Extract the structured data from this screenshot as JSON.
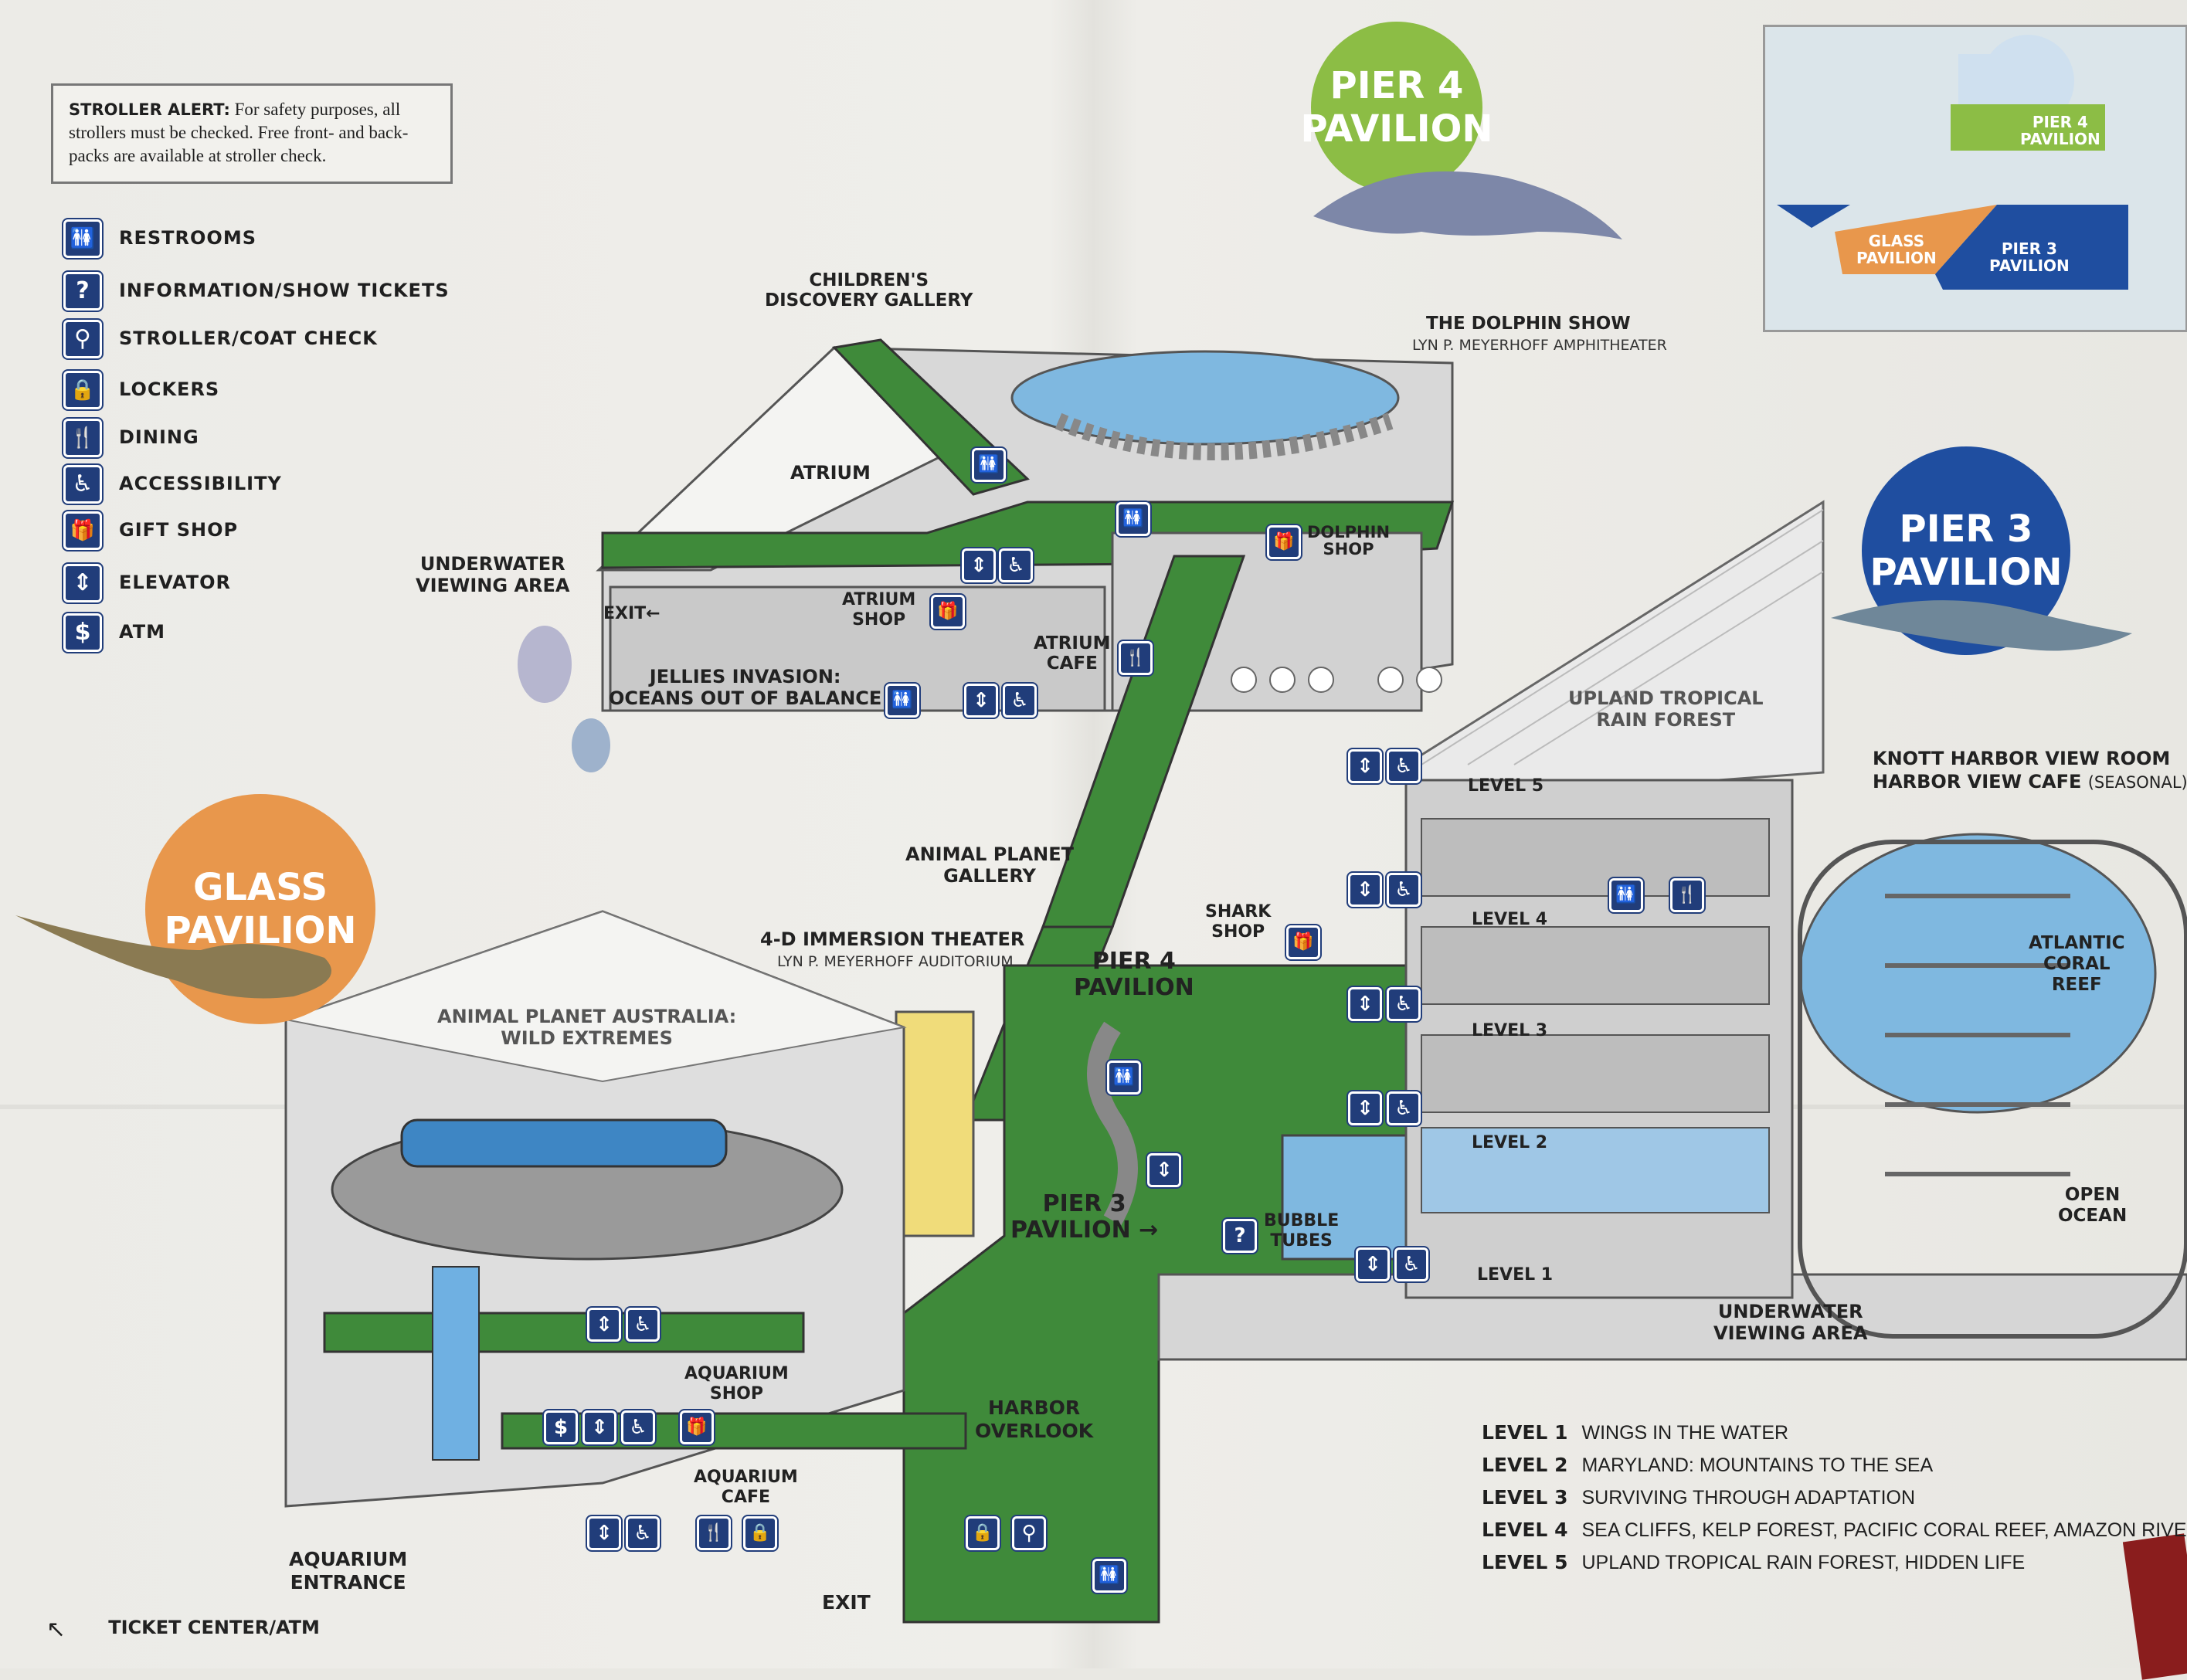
{
  "stroller_alert": {
    "title": "STROLLER ALERT:",
    "text": "For safety purposes, all strollers must be checked. Free front- and back-packs are available at stroller check."
  },
  "legend": [
    {
      "icon": "restroom-icon",
      "glyph": "🚻",
      "label": "RESTROOMS"
    },
    {
      "icon": "information-icon",
      "glyph": "?",
      "label": "INFORMATION/SHOW TICKETS"
    },
    {
      "icon": "stroller-icon",
      "glyph": "⚲",
      "label": "STROLLER/COAT CHECK"
    },
    {
      "icon": "locker-icon",
      "glyph": "🔒",
      "label": "LOCKERS"
    },
    {
      "icon": "dining-icon",
      "glyph": "🍴",
      "label": "DINING"
    },
    {
      "icon": "accessibility-icon",
      "glyph": "♿",
      "label": "ACCESSIBILITY"
    },
    {
      "icon": "gift-shop-icon",
      "glyph": "🎁",
      "label": "GIFT SHOP"
    },
    {
      "icon": "elevator-icon",
      "glyph": "⇕",
      "label": "ELEVATOR"
    },
    {
      "icon": "atm-icon",
      "glyph": "$",
      "label": "ATM"
    }
  ],
  "pavilions": {
    "pier4": "PIER 4\nPAVILION",
    "pier3": "PIER 3\nPAVILION",
    "glass": "GLASS\nPAVILION"
  },
  "colors": {
    "pier4": "#8cbd45",
    "pier3": "#1f4ea0",
    "glass": "#e8974c",
    "floor_green": "#3f8a3a",
    "water": "#7fb8e0",
    "icon_blue": "#213d7a"
  },
  "map_labels": {
    "childrens_gallery": "CHILDREN'S\nDISCOVERY GALLERY",
    "dolphin_show": "THE DOLPHIN SHOW",
    "dolphin_show_sub": "LYN P. MEYERHOFF AMPHITHEATER",
    "atrium": "ATRIUM",
    "dolphin_shop": "DOLPHIN\nSHOP",
    "underwater_viewing_upper": "UNDERWATER\nVIEWING AREA",
    "exit_upper": "EXIT←",
    "atrium_shop": "ATRIUM\nSHOP",
    "atrium_cafe": "ATRIUM\nCAFE",
    "jellies": "JELLIES INVASION:\nOCEANS OUT OF BALANCE",
    "upland_forest": "UPLAND TROPICAL\nRAIN FOREST",
    "knott_room": "KNOTT HARBOR VIEW ROOM",
    "harbor_cafe": "HARBOR VIEW CAFE",
    "harbor_cafe_note": "(SEASONAL)",
    "level5": "LEVEL 5",
    "level4": "LEVEL 4",
    "level3": "LEVEL 3",
    "level2": "LEVEL 2",
    "level1": "LEVEL 1",
    "animal_planet_gallery": "ANIMAL PLANET\nGALLERY",
    "immersion_theater": "4-D IMMERSION THEATER",
    "immersion_sub": "LYN P. MEYERHOFF AUDITORIUM",
    "shark_shop": "SHARK\nSHOP",
    "pier4_walkway": "PIER 4\nPAVILION",
    "pier3_walkway": "PIER 3\nPAVILION →",
    "bubble_tubes": "BUBBLE\nTUBES",
    "atlantic_reef": "ATLANTIC\nCORAL\nREEF",
    "open_ocean": "OPEN\nOCEAN",
    "underwater_viewing_lower": "UNDERWATER\nVIEWING AREA",
    "animal_planet_australia": "ANIMAL PLANET AUSTRALIA:\nWILD EXTREMES",
    "aquarium_shop": "AQUARIUM\nSHOP",
    "aquarium_cafe": "AQUARIUM\nCAFE",
    "harbor_overlook": "HARBOR\nOVERLOOK",
    "aquarium_entrance": "AQUARIUM\nENTRANCE",
    "exit_lower": "EXIT",
    "ticket_center": "TICKET CENTER/ATM"
  },
  "levels": [
    {
      "level": "LEVEL 1",
      "desc": "WINGS IN THE WATER"
    },
    {
      "level": "LEVEL 2",
      "desc": "MARYLAND: MOUNTAINS TO THE SEA"
    },
    {
      "level": "LEVEL 3",
      "desc": "SURVIVING THROUGH ADAPTATION"
    },
    {
      "level": "LEVEL 4",
      "desc": "SEA CLIFFS, KELP FOREST, PACIFIC CORAL REEF, AMAZON RIVER FOREST"
    },
    {
      "level": "LEVEL 5",
      "desc": "UPLAND TROPICAL RAIN FOREST, HIDDEN LIFE"
    }
  ],
  "mini_map": {
    "pier4": "PIER 4\nPAVILION",
    "glass": "GLASS\nPAVILION",
    "pier3": "PIER 3\nPAVILION"
  }
}
